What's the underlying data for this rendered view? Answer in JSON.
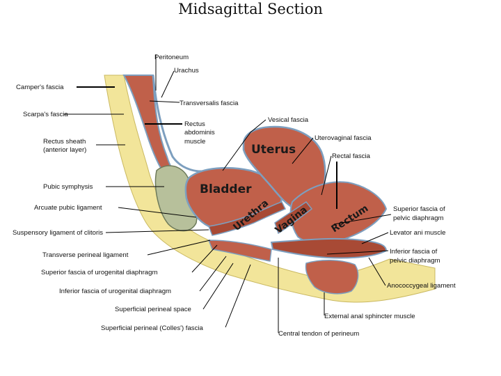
{
  "title": "Midsagittal Section",
  "organs": {
    "uterus": "Uterus",
    "bladder": "Bladder",
    "urethra": "Urethra",
    "vagina": "Vagina",
    "rectum": "Rectum"
  },
  "labels": {
    "peritoneum": "Peritoneum",
    "urachus": "Urachus",
    "campers_fascia": "Camper's fascia",
    "transversalis_fascia": "Transversalis fascia",
    "scarpas_fascia": "Scarpa's fascia",
    "rectus_abdominis_1": "Rectus",
    "rectus_abdominis_2": "abdominis",
    "rectus_abdominis_3": "muscle",
    "vesical_fascia": "Vesical fascia",
    "rectus_sheath_1": "Rectus sheath",
    "rectus_sheath_2": "(anterior layer)",
    "uterovaginal_fascia": "Uterovaginal fascia",
    "rectal_fascia": "Rectal fascia",
    "pubic_symphysis": "Pubic symphysis",
    "arcuate_pubic_ligament": "Arcuate pubic ligament",
    "superior_fascia_pelvic_1": "Superior fascia of",
    "superior_fascia_pelvic_2": "pelvic diaphragm",
    "suspensory_ligament": "Suspensory ligament of clitoris",
    "levator_ani": "Levator ani muscle",
    "transverse_perineal": "Transverse perineal ligament",
    "inferior_fascia_pelvic_1": "Inferior fascia of",
    "inferior_fascia_pelvic_2": "pelvic diaphragm",
    "superior_fascia_urogenital": "Superior fascia of urogenital diaphragm",
    "anococcygeal": "Anococcygeal ligament",
    "inferior_fascia_urogenital": "Inferior fascia of urogenital diaphragm",
    "superficial_perineal_space": "Superficial perineal space",
    "external_anal_sphincter": "External anal sphincter muscle",
    "colles_fascia": "Superficial perineal (Colles') fascia",
    "central_tendon": "Central tendon of perineum"
  },
  "colors": {
    "muscle": "#c0604a",
    "muscle_dark": "#a84a35",
    "fascia": "#7d9fbf",
    "fat": "#f2e59a",
    "bone": "#b7c09b",
    "outline": "#3a3a3a"
  }
}
